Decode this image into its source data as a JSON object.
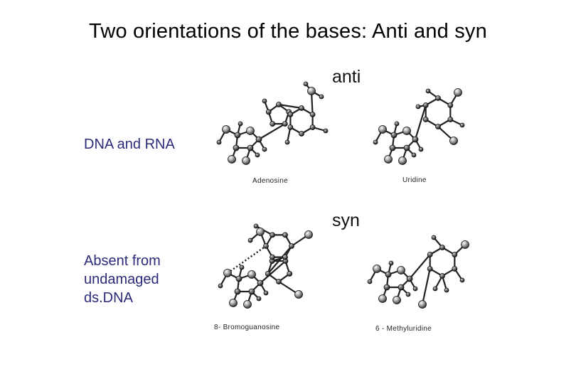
{
  "title": "Two orientations of the bases: Anti and syn",
  "labels": {
    "dna_rna": "DNA and RNA",
    "absent_line1": "Absent from",
    "absent_line2": "undamaged",
    "absent_line3": "ds.DNA"
  },
  "orientations": {
    "anti": "anti",
    "syn": "syn"
  },
  "molecules": {
    "adenosine": "Adenosine",
    "uridine": "Uridine",
    "bromoguanosine": "8- Bromoguanosine",
    "methyluridine": "6 - Methyluridine"
  }
}
